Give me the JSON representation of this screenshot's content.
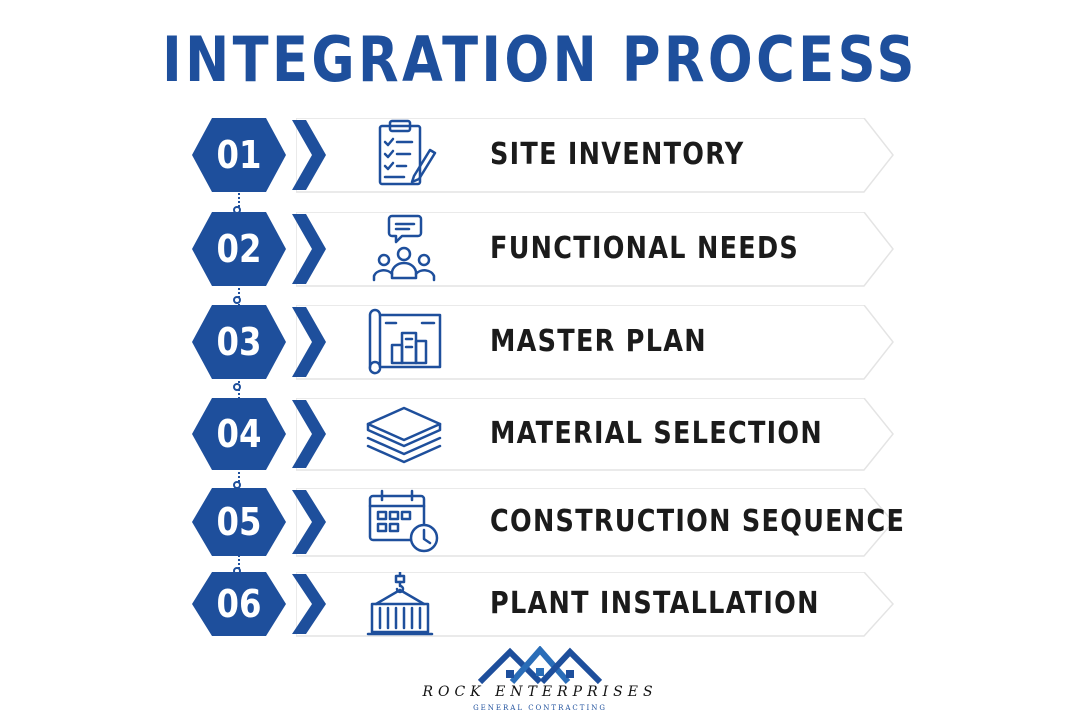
{
  "title": "INTEGRATION PROCESS",
  "accent_color": "#1e4f9c",
  "steps": [
    {
      "number": "01",
      "label": "SITE INVENTORY",
      "icon": "clipboard-checklist-icon"
    },
    {
      "number": "02",
      "label": "FUNCTIONAL NEEDS",
      "icon": "team-discussion-icon"
    },
    {
      "number": "03",
      "label": "MASTER PLAN",
      "icon": "blueprint-icon"
    },
    {
      "number": "04",
      "label": "MATERIAL SELECTION",
      "icon": "material-layers-icon"
    },
    {
      "number": "05",
      "label": "CONSTRUCTION SEQUENCE",
      "icon": "calendar-clock-icon"
    },
    {
      "number": "06",
      "label": "PLANT INSTALLATION",
      "icon": "crane-container-icon"
    }
  ],
  "logo": {
    "brand": "ROCK ENTERPRISES",
    "tagline": "GENERAL CONTRACTING",
    "icon": "house-roofs-logo-icon"
  }
}
